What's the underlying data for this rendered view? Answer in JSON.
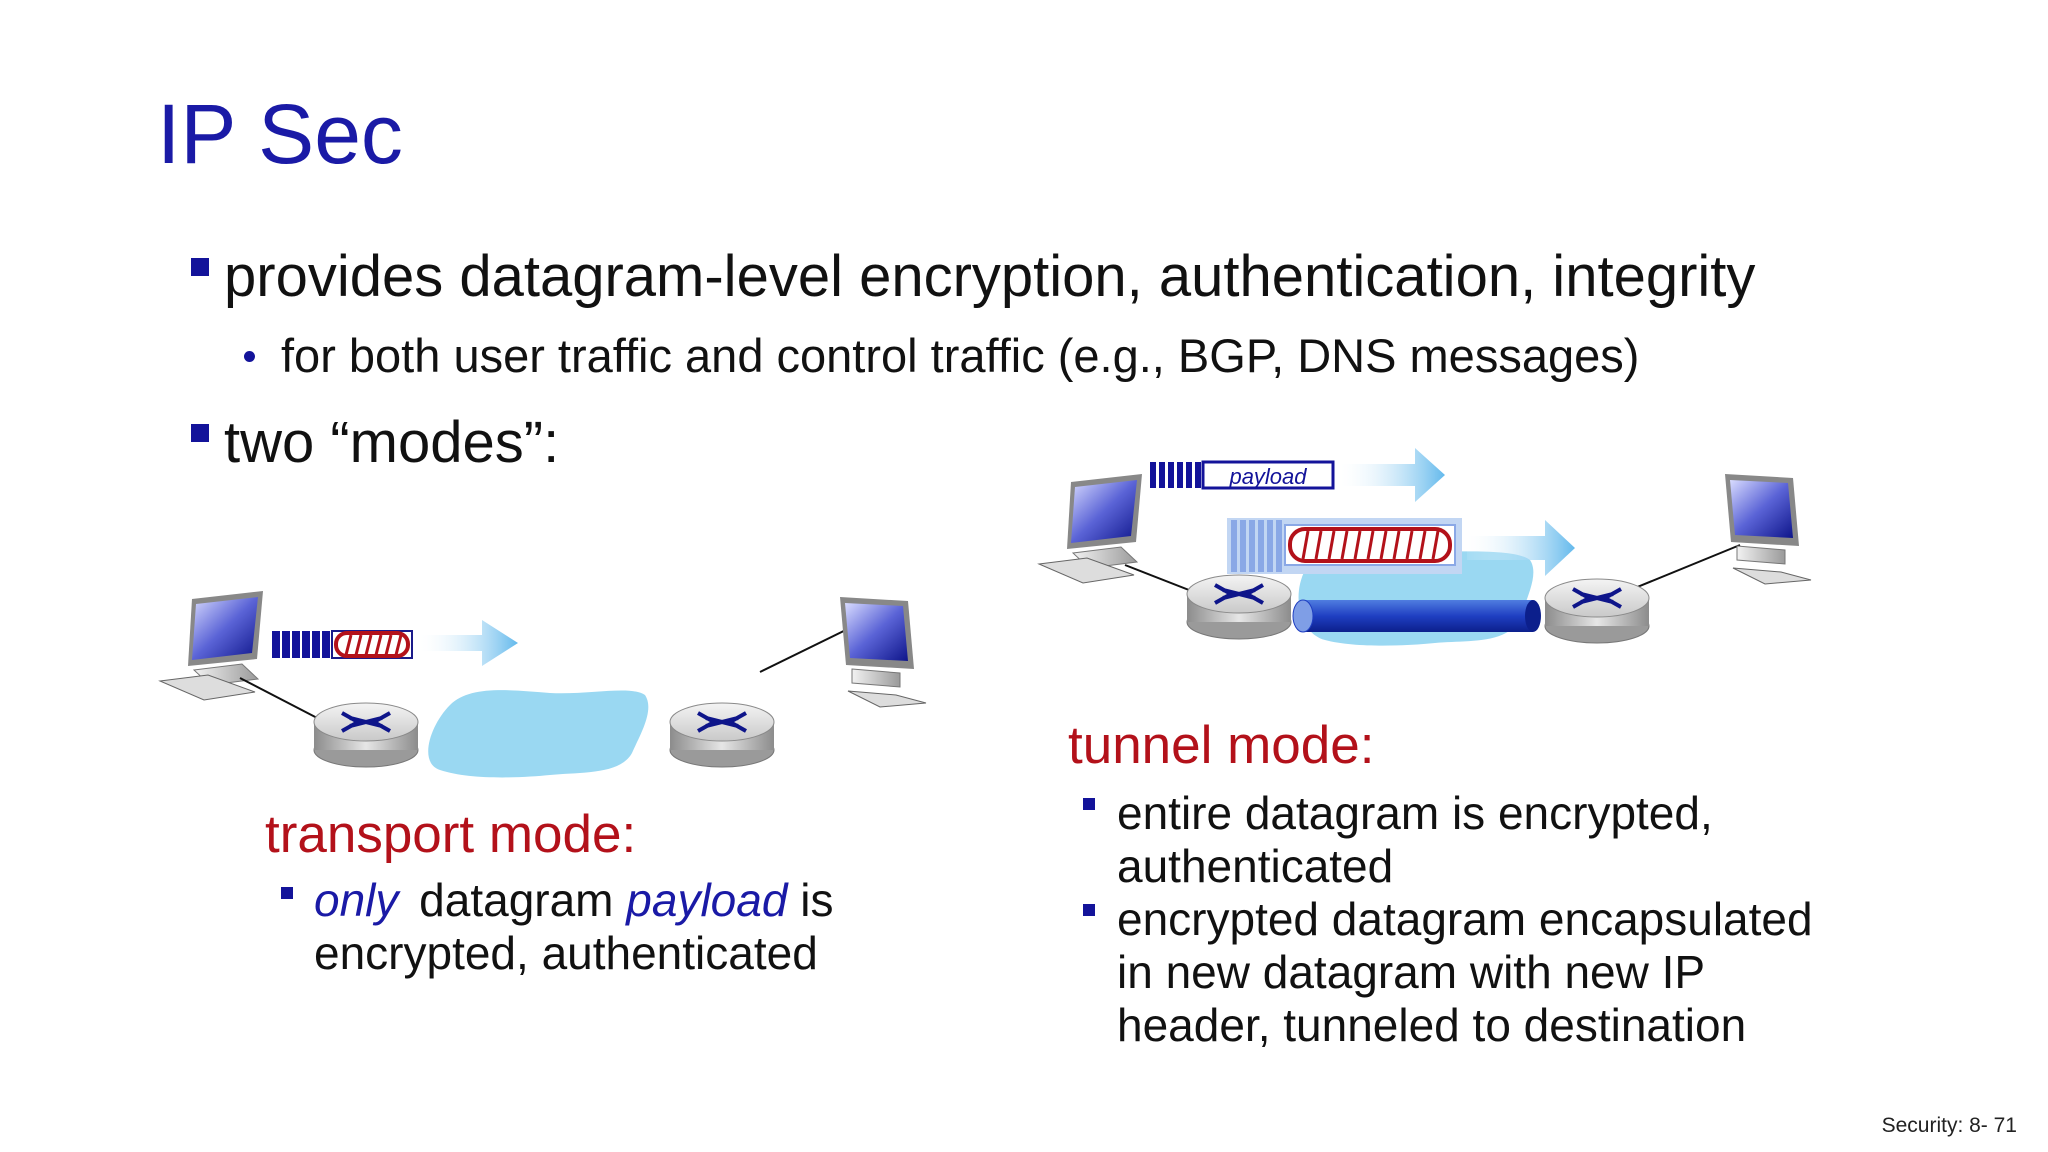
{
  "slide": {
    "title": "IP Sec",
    "bullets": [
      {
        "text": "provides datagram-level encryption, authentication, integrity",
        "sub": "for both user traffic and control traffic (e.g., BGP, DNS messages)"
      },
      {
        "text": "two “modes”:"
      }
    ],
    "transport_mode": {
      "heading": "transport mode:",
      "point_only": "only",
      "point_datagram": "datagram",
      "point_payload": "payload",
      "point_is": "is",
      "point_line2": "encrypted, authenticated"
    },
    "tunnel_mode": {
      "heading": "tunnel mode:",
      "point1_line1": "entire datagram is encrypted,",
      "point1_line2": "authenticated",
      "point2_line1": "encrypted datagram encapsulated",
      "point2_line2": "in new datagram with new IP",
      "point2_line3": "header, tunneled to destination"
    },
    "diagram": {
      "payload_label": "payload"
    },
    "footer": "Security: 8- 71"
  },
  "colors": {
    "title_blue": "#1a1aa6",
    "heading_red": "#b3111a",
    "bullet_blue": "#13139a",
    "network_cloud": "#9ad8f2",
    "arrow": "#6fc0ee"
  },
  "icons": [
    "computer-icon",
    "router-icon",
    "network-cloud",
    "packet-icon",
    "arrow-icon",
    "tunnel-pipe"
  ]
}
